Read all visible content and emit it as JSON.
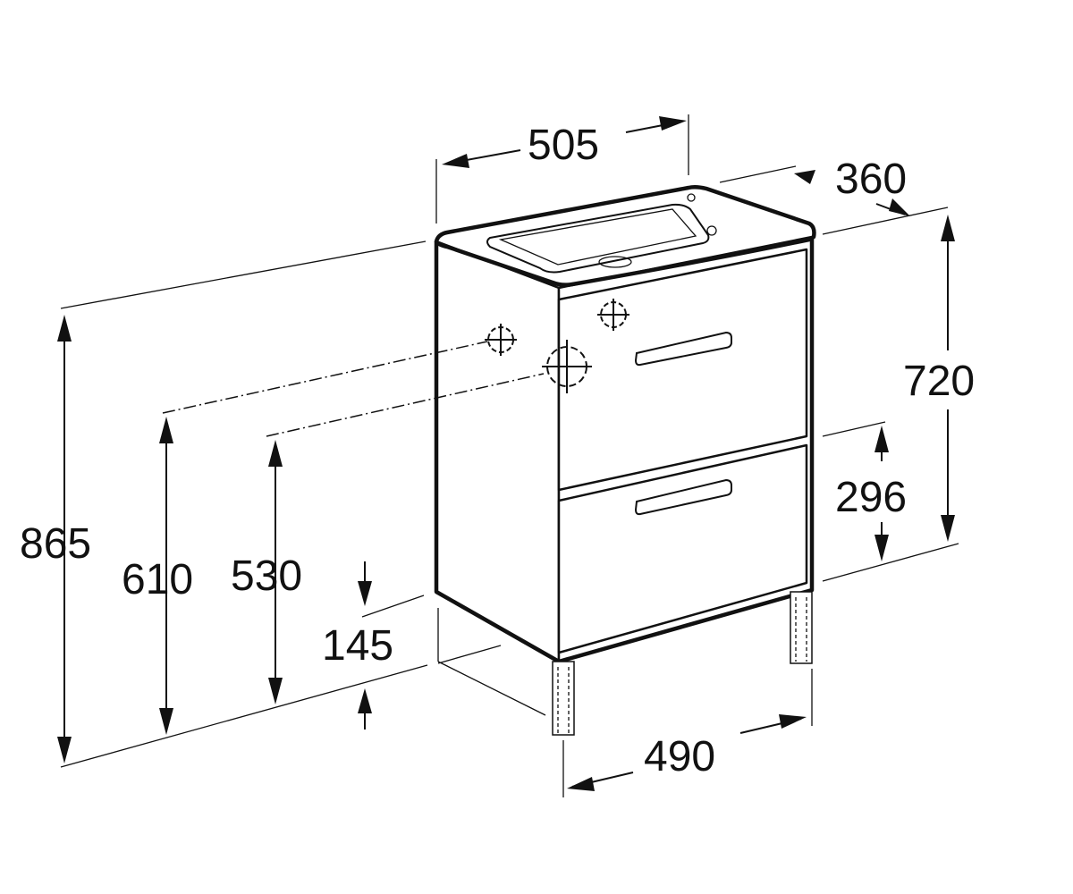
{
  "dimensions": {
    "top_width": "505",
    "depth": "360",
    "cabinet_height": "720",
    "drawer_height": "296",
    "total_height": "865",
    "drain_height_upper": "610",
    "drain_height_lower": "530",
    "leg_height": "145",
    "base_width": "490"
  },
  "colors": {
    "line": "#111111",
    "background": "#ffffff"
  }
}
